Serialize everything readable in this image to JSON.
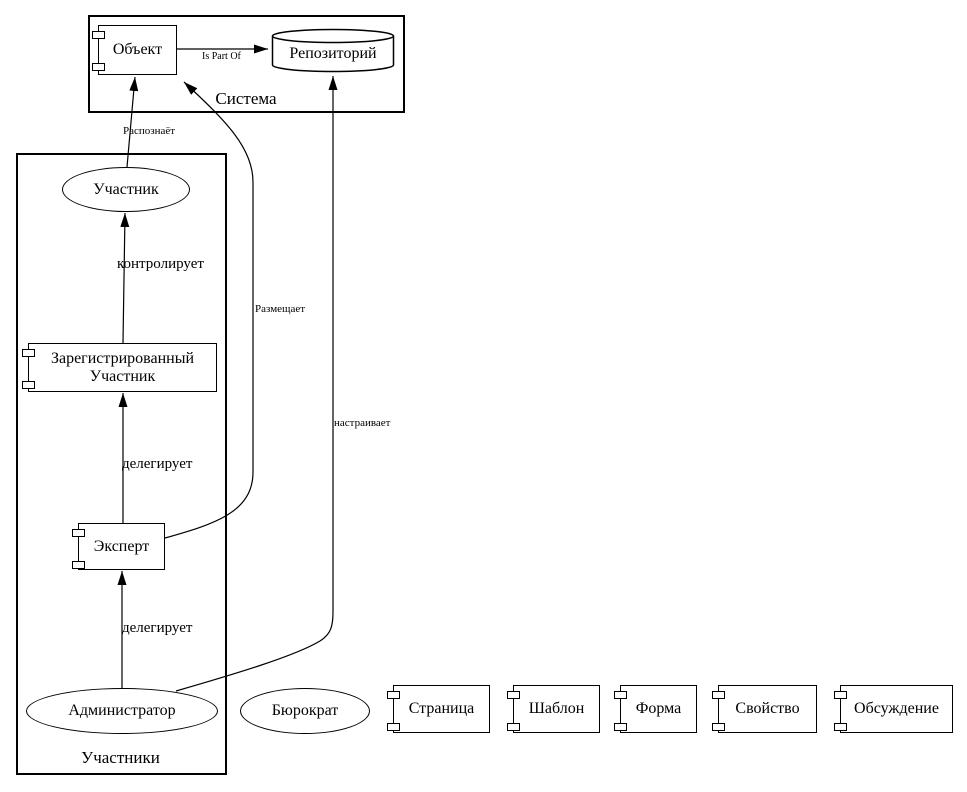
{
  "colors": {
    "stroke": "#000000",
    "background": "#ffffff"
  },
  "clusters": {
    "system": {
      "label": "Система"
    },
    "participants": {
      "label": "Участники"
    }
  },
  "nodes": {
    "object": {
      "label": "Объект",
      "shape": "component"
    },
    "repository": {
      "label": "Репозиторий",
      "shape": "cylinder"
    },
    "participant": {
      "label": "Участник",
      "shape": "ellipse"
    },
    "registered_participant": {
      "label": "Зарегистрированный\nУчастник",
      "shape": "component"
    },
    "expert": {
      "label": "Эксперт",
      "shape": "component"
    },
    "administrator": {
      "label": "Администратор",
      "shape": "ellipse"
    },
    "bureaucrat": {
      "label": "Бюрократ",
      "shape": "ellipse"
    },
    "page": {
      "label": "Страница",
      "shape": "component"
    },
    "template": {
      "label": "Шаблон",
      "shape": "component"
    },
    "form": {
      "label": "Форма",
      "shape": "component"
    },
    "property": {
      "label": "Свойство",
      "shape": "component"
    },
    "discussion": {
      "label": "Обсуждение",
      "shape": "component"
    }
  },
  "edges": {
    "is_part_of": {
      "label": "Is Part Of",
      "from": "object",
      "to": "repository"
    },
    "recognizes": {
      "label": "Распознаёт",
      "from": "participant",
      "to": "object"
    },
    "controls": {
      "label": "контролирует",
      "from": "registered_participant",
      "to": "participant"
    },
    "delegates_expert": {
      "label": "делегирует",
      "from": "expert",
      "to": "registered_participant"
    },
    "delegates_admin": {
      "label": "делегирует",
      "from": "administrator",
      "to": "expert"
    },
    "places": {
      "label": "Размещает",
      "from": "expert",
      "to": "object"
    },
    "configures": {
      "label": "настраивает",
      "from": "administrator",
      "to": "repository"
    }
  }
}
